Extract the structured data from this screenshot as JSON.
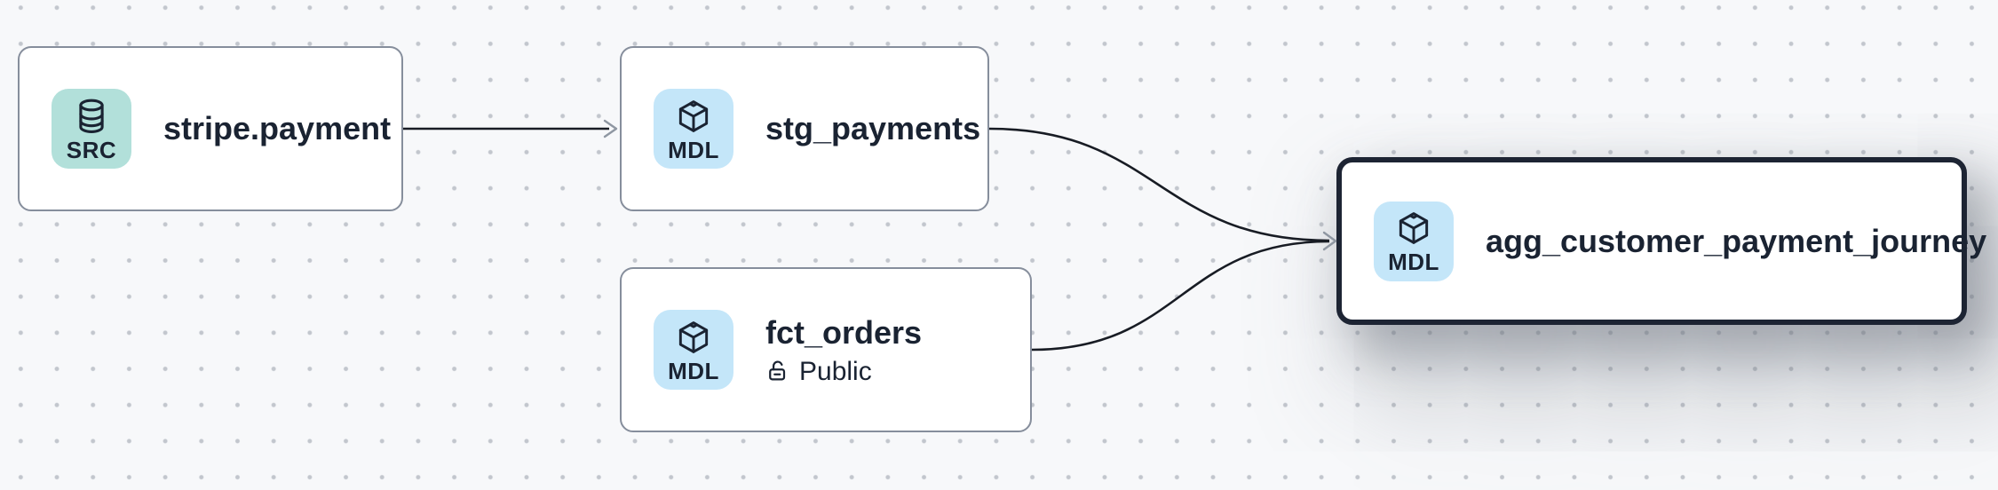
{
  "app": {
    "view": "lineage-graph-canvas"
  },
  "canvas": {
    "background": "#f7f8fa",
    "dot_color": "#c2c6cd"
  },
  "colors": {
    "node_background": "#ffffff",
    "node_border": "#868e9c",
    "selected_node_border": "#1d2433",
    "title_text": "#1a2332",
    "edge": "#181c24",
    "arrowhead": "#8f97a2",
    "src_badge_bg": "#b2e0da",
    "mdl_badge_bg": "#c4e6f9"
  },
  "nodes": [
    {
      "id": "stripe-payment",
      "title": "stripe.payment",
      "badge": {
        "label": "SRC",
        "icon": "database-icon"
      },
      "selected": false
    },
    {
      "id": "stg-payments",
      "title": "stg_payments",
      "badge": {
        "label": "MDL",
        "icon": "cube-icon"
      },
      "selected": false
    },
    {
      "id": "fct-orders",
      "title": "fct_orders",
      "subtitle": "Public",
      "subtitle_icon": "unlock-icon",
      "badge": {
        "label": "MDL",
        "icon": "cube-icon"
      },
      "selected": false
    },
    {
      "id": "agg-customer-payment-journey",
      "title": "agg_customer_payment_journey",
      "badge": {
        "label": "MDL",
        "icon": "cube-icon"
      },
      "selected": true
    }
  ],
  "edges": [
    {
      "from": "stripe.payment",
      "to": "stg_payments"
    },
    {
      "from": "stg_payments",
      "to": "agg_customer_payment_journey"
    },
    {
      "from": "fct_orders",
      "to": "agg_customer_payment_journey"
    }
  ]
}
